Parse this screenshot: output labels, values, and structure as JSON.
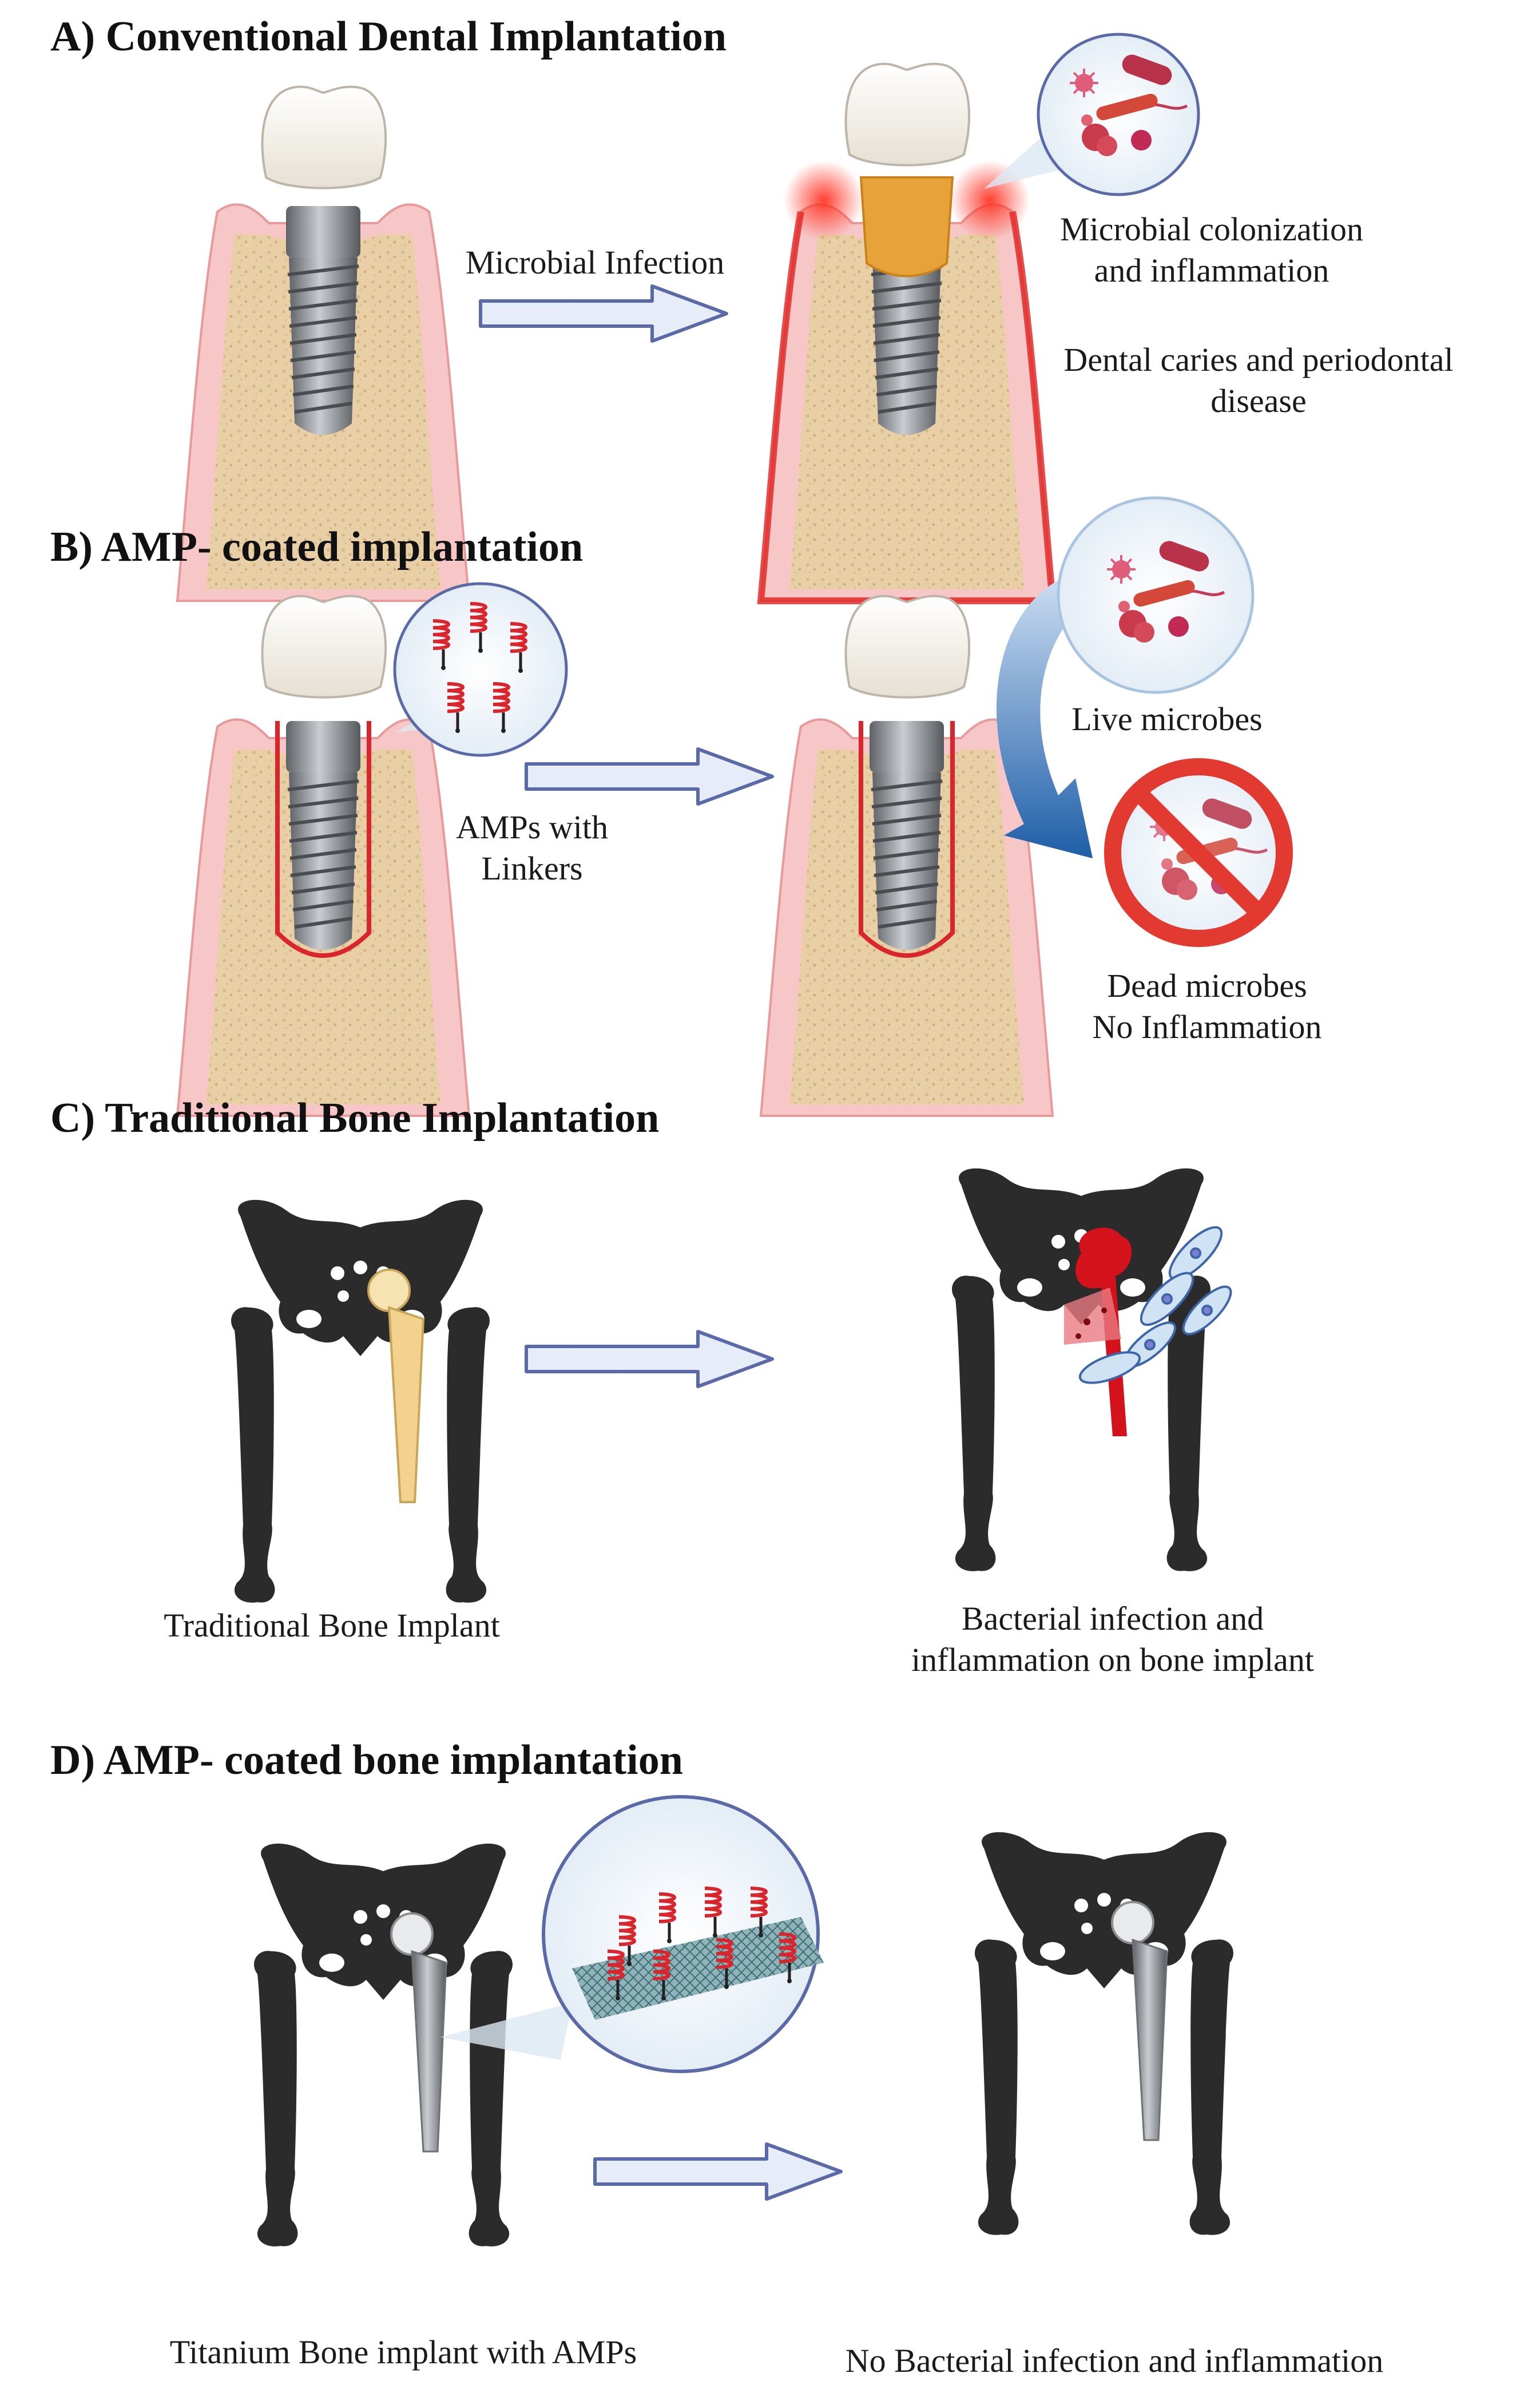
{
  "panels": {
    "a": {
      "title": "A) Conventional Dental Implantation",
      "arrow_label": "Microbial Infection",
      "callout_line1": "Microbial colonization",
      "callout_line2": "and inflammation",
      "outcome_line1": "Dental caries and periodontal",
      "outcome_line2": "disease"
    },
    "b": {
      "title": "B) AMP- coated implantation",
      "amp_line1": "AMPs with",
      "amp_line2": "Linkers",
      "live_label": "Live microbes",
      "dead_line1": "Dead microbes",
      "dead_line2": "No Inflammation"
    },
    "c": {
      "title": "C) Traditional Bone Implantation",
      "left_label": "Traditional Bone Implant",
      "right_line1": "Bacterial infection and",
      "right_line2": "inflammation on bone implant"
    },
    "d": {
      "title": "D) AMP- coated bone implantation",
      "left_label": "Titanium Bone implant with AMPs",
      "right_label": "No Bacterial infection and inflammation"
    }
  },
  "colors": {
    "arrow_fill": "#e6edf8",
    "arrow_stroke": "#5a6aa8",
    "gum": "#f4b5b5",
    "bone_tissue": "#e9cfa5",
    "implant_metal": "#8a8d91",
    "bone_black": "#2b2b2b",
    "infection_red": "#d4121c",
    "amp_red": "#d9252b",
    "curved_arrow": "#1e5ea8"
  },
  "icons": [
    "tooth-crown-icon",
    "implant-screw-icon",
    "microbe-icon",
    "amp-helix-icon",
    "prohibition-icon",
    "pelvis-skeleton-icon",
    "hip-implant-icon"
  ]
}
